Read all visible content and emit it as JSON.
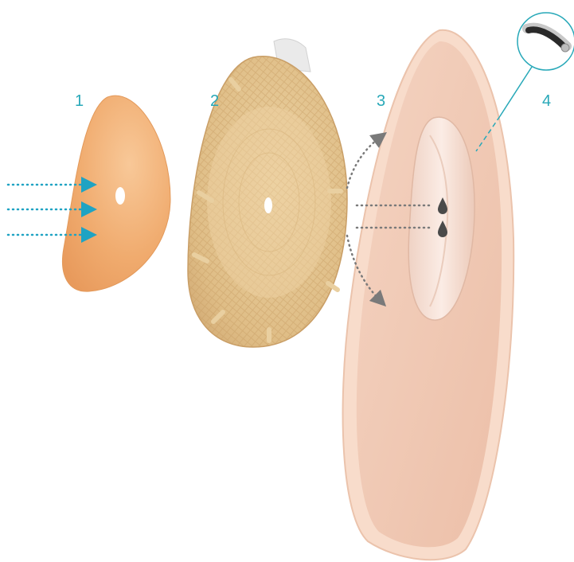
{
  "labels": {
    "step1": "1",
    "step2": "2",
    "step3": "3",
    "step4": "4"
  },
  "colors": {
    "label": "#27a8b8",
    "blue_arrow": "#1fa3c3",
    "grey_arrow": "#7a7a7a",
    "drop": "#4a4a4a",
    "wafer": "#f0ab6e",
    "wafer_light": "#f7c797",
    "baseplate": "#d9b47c",
    "baseplate_light": "#e8cb98",
    "bag": "#f1c9b4",
    "bag_rim": "#f7d8c7",
    "bag_window": "#f4e0d6",
    "callout_line": "#27a8b8"
  },
  "icons": {
    "zoom_callout": "magnified-cross-section-icon",
    "drop": "drop-icon"
  }
}
